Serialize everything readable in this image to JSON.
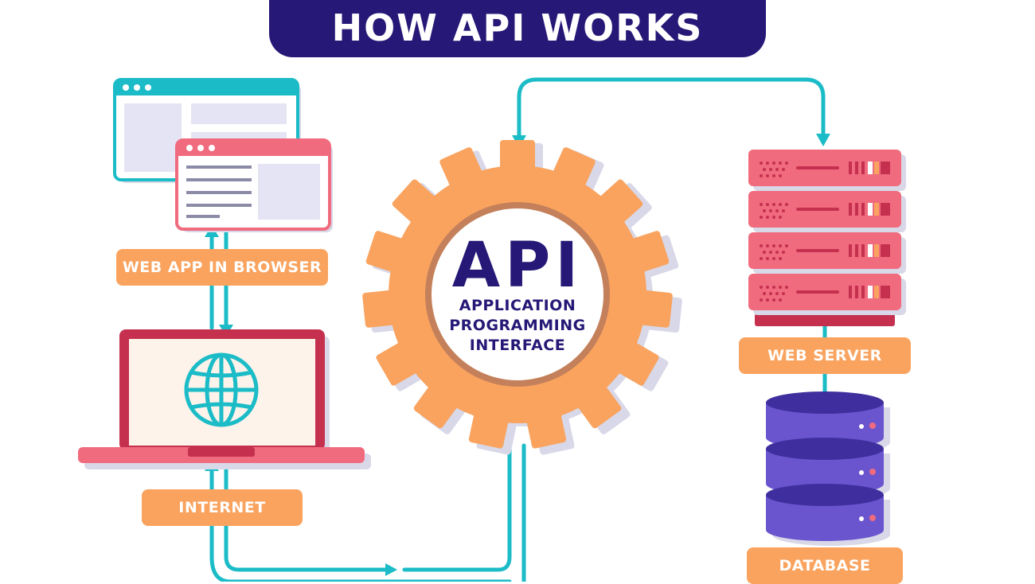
{
  "title": "HOW API WORKS",
  "labels": {
    "web_app": "WEB APP IN BROWSER",
    "internet": "INTERNET",
    "web_server": "WEB SERVER",
    "database": "DATABASE"
  },
  "api": {
    "abbr": "API",
    "line1": "APPLICATION",
    "line2": "PROGRAMMING",
    "line3": "INTERFACE"
  },
  "colors": {
    "navy": "#251876",
    "orange": "#f9a35f",
    "teal": "#1bbcc7",
    "pink": "#f06b7e",
    "crimson": "#c5304f",
    "purple": "#6a55cf"
  },
  "icons": {
    "browser_windows": "browser-windows-icon",
    "laptop": "laptop-globe-icon",
    "gear": "gear-icon",
    "server": "server-rack-icon",
    "database": "database-icon"
  }
}
